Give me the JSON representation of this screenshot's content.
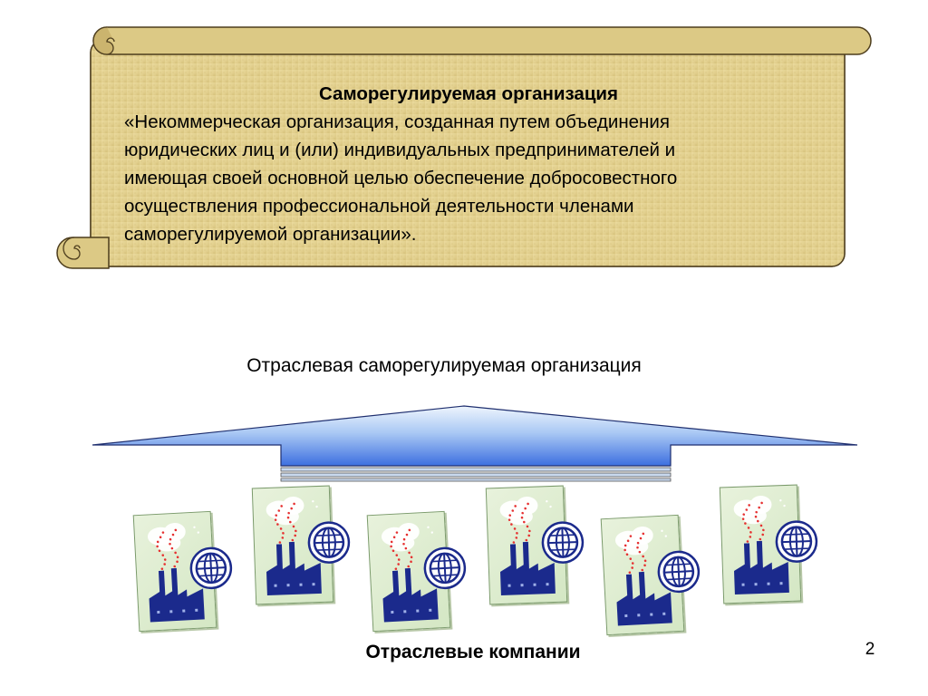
{
  "definition": {
    "title": "Саморегулируемая организация",
    "body": "«Некоммерческая организация, созданная путем объединения\nюридических лиц и (или) индивидуальных предпринимателей и\nимеющая своей основной целью обеспечение добросовестного\nосуществления профессиональной деятельности членами\nсаморегулируемой организации»."
  },
  "diagram": {
    "top_label": "Отраслевая саморегулируемая организация",
    "bottom_label": "Отраслевые компании",
    "companies": [
      {
        "icon": "factory-icon"
      },
      {
        "icon": "factory-icon"
      },
      {
        "icon": "factory-icon"
      },
      {
        "icon": "factory-icon"
      },
      {
        "icon": "factory-icon"
      },
      {
        "icon": "factory-icon"
      }
    ]
  },
  "page_number": "2",
  "colors": {
    "scroll_fill": "#e6d597",
    "scroll_edge": "#4d3d1d",
    "arrow_light": "#e8f2fc",
    "arrow_dark": "#3c6fe0",
    "factory_body": "#1b2a8c",
    "smoke_dots": "#e63030",
    "card_bg": "#d4e7c4"
  }
}
